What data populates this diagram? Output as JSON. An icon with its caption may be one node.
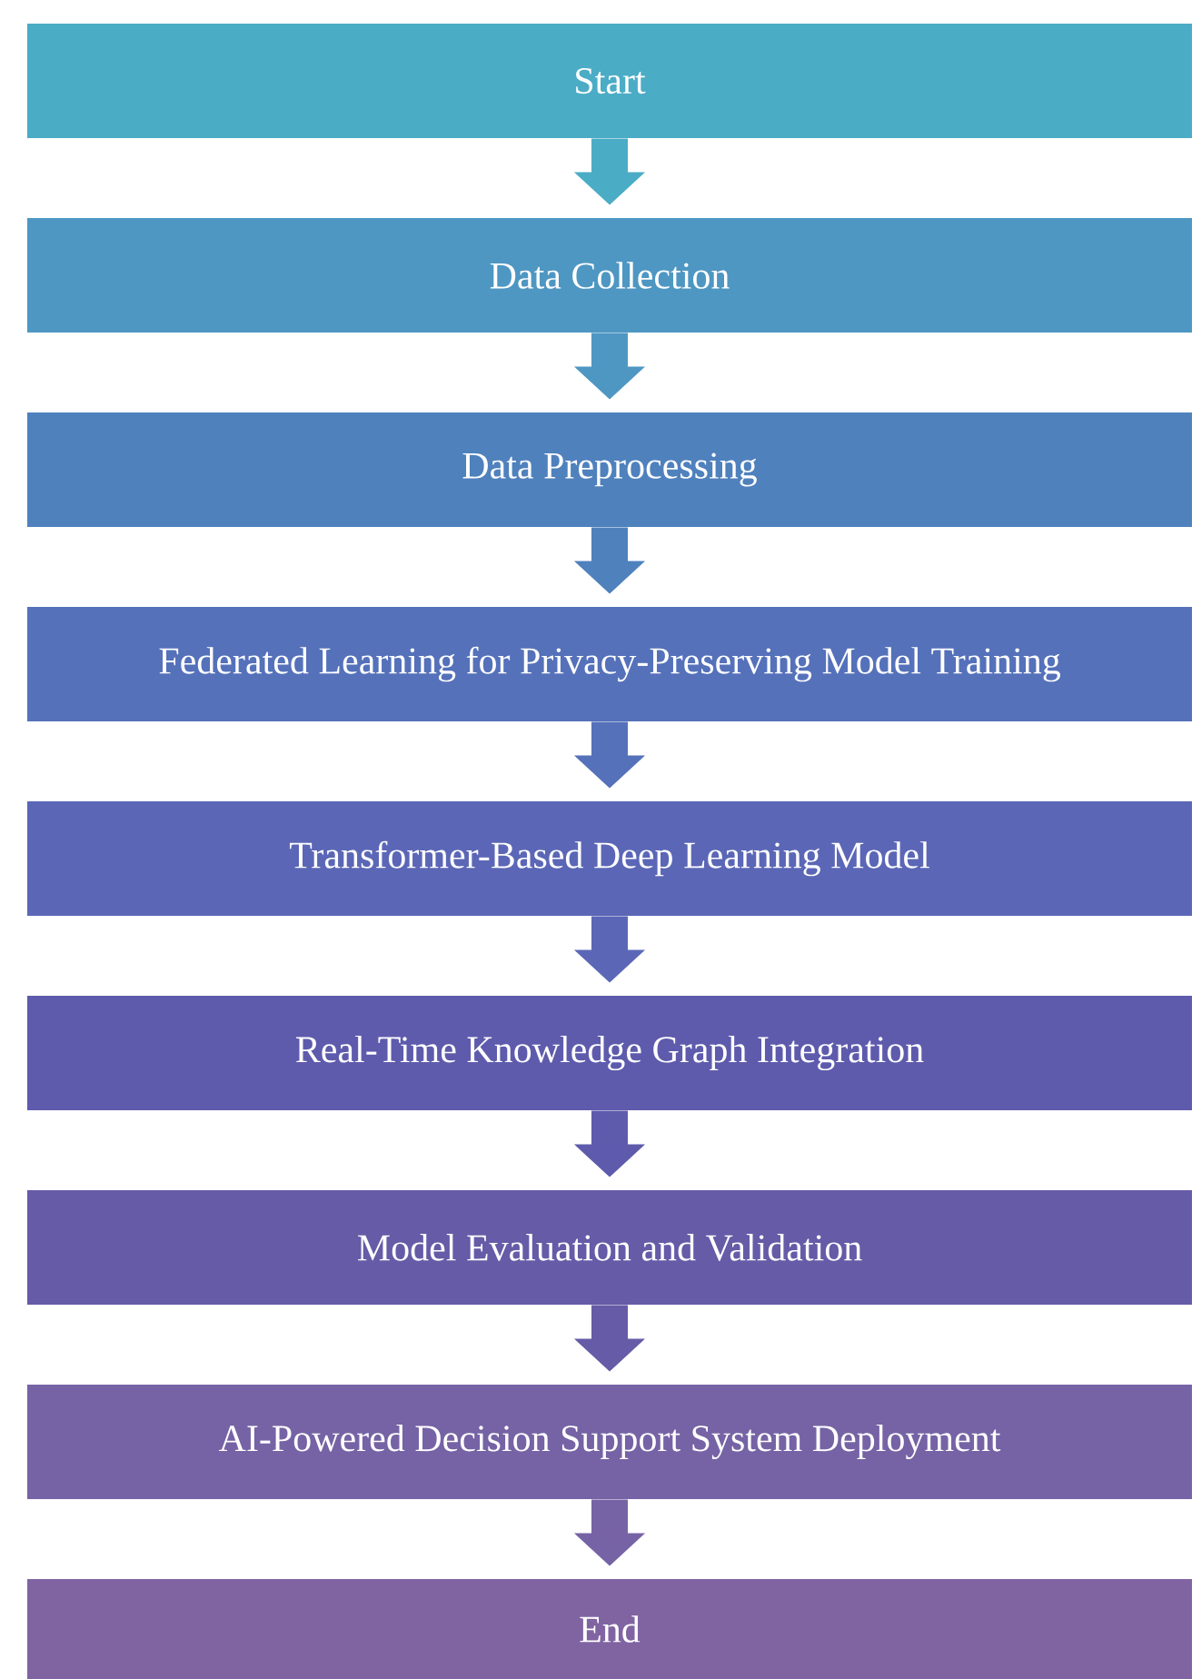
{
  "diagram": {
    "nodes": [
      {
        "text": [
          "Start"
        ]
      },
      {
        "text": [
          "Data Collection"
        ]
      },
      {
        "text": [
          "Data Preprocessing"
        ]
      },
      {
        "text": [
          "Federated Learning for Privacy-Preserving Model Training"
        ]
      },
      {
        "text": [
          "Transformer-Based Deep Learning Model"
        ]
      },
      {
        "text": [
          "Real-Time Knowledge Graph Integration"
        ]
      },
      {
        "text": [
          "Model Evaluation and Validation"
        ]
      },
      {
        "text": [
          "AI-Powered Decision Support System Deployment"
        ]
      },
      {
        "text": [
          "End"
        ]
      }
    ],
    "edges": [
      {
        "from": 0,
        "to": 1,
        "arrow": "to"
      },
      {
        "from": 1,
        "to": 2,
        "arrow": "to"
      },
      {
        "from": 2,
        "to": 3,
        "arrow": "to"
      },
      {
        "from": 3,
        "to": 4,
        "arrow": "to"
      },
      {
        "from": 4,
        "to": 5,
        "arrow": "to"
      },
      {
        "from": 5,
        "to": 6,
        "arrow": "to"
      },
      {
        "from": 6,
        "to": 7,
        "arrow": "to"
      },
      {
        "from": 7,
        "to": 8,
        "arrow": "to"
      }
    ]
  }
}
